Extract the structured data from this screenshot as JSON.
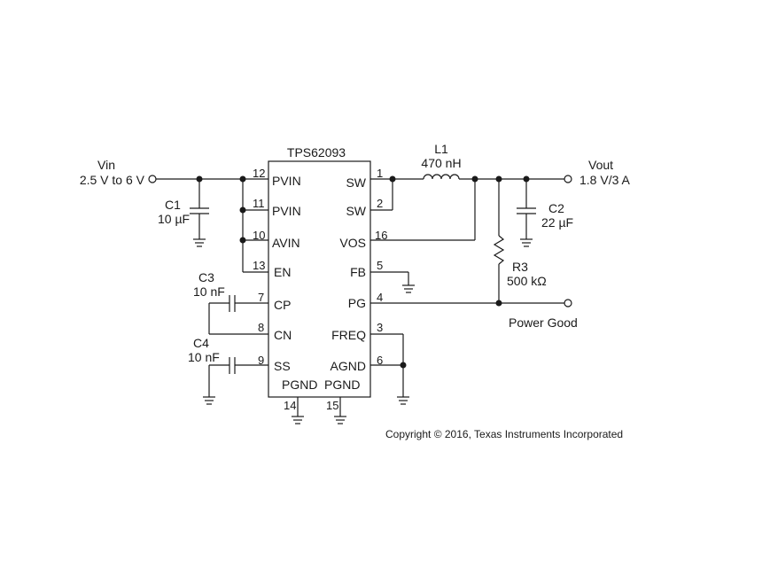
{
  "ic": {
    "part": "TPS62093",
    "pins_left": [
      {
        "name": "PVIN",
        "num": "12"
      },
      {
        "name": "PVIN",
        "num": "11"
      },
      {
        "name": "AVIN",
        "num": "10"
      },
      {
        "name": "EN",
        "num": "13"
      },
      {
        "name": "CP",
        "num": "7"
      },
      {
        "name": "CN",
        "num": "8"
      },
      {
        "name": "SS",
        "num": "9"
      }
    ],
    "pins_right": [
      {
        "name": "SW",
        "num": "1"
      },
      {
        "name": "SW",
        "num": "2"
      },
      {
        "name": "VOS",
        "num": "16"
      },
      {
        "name": "FB",
        "num": "5"
      },
      {
        "name": "PG",
        "num": "4"
      },
      {
        "name": "FREQ",
        "num": "3"
      },
      {
        "name": "AGND",
        "num": "6"
      }
    ],
    "pins_bottom": [
      {
        "name": "PGND",
        "num": "14"
      },
      {
        "name": "PGND",
        "num": "15"
      }
    ]
  },
  "input": {
    "label": "Vin",
    "range": "2.5 V to 6 V"
  },
  "output": {
    "label": "Vout",
    "spec": "1.8 V/3 A"
  },
  "power_good": {
    "label": "Power Good"
  },
  "components": {
    "c1": {
      "ref": "C1",
      "value": "10 µF"
    },
    "c2": {
      "ref": "C2",
      "value": "22 µF"
    },
    "c3": {
      "ref": "C3",
      "value": "10 nF"
    },
    "c4": {
      "ref": "C4",
      "value": "10 nF"
    },
    "l1": {
      "ref": "L1",
      "value": "470 nH"
    },
    "r3": {
      "ref": "R3",
      "value": "500 kΩ"
    }
  },
  "copyright": "Copyright © 2016, Texas Instruments Incorporated"
}
